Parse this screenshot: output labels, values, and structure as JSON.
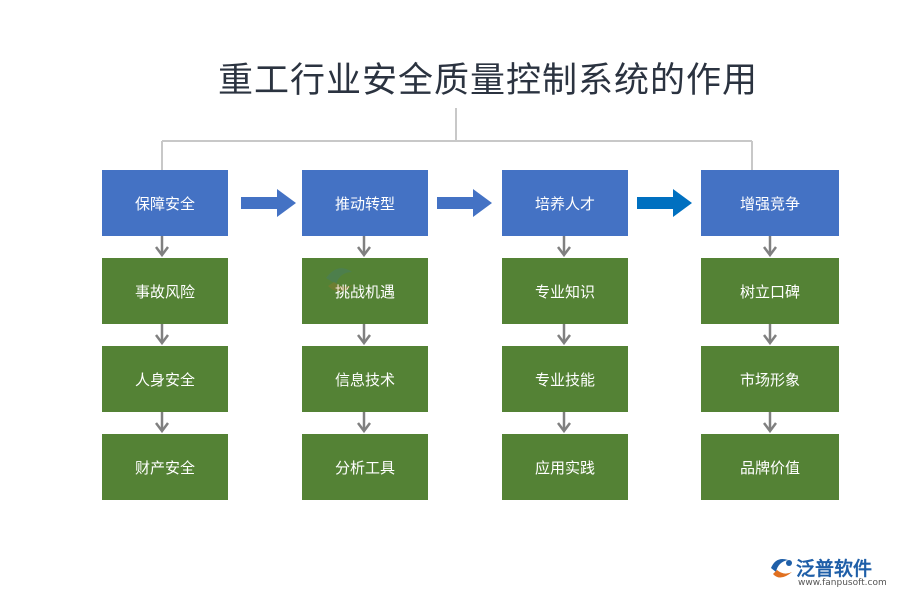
{
  "title": "重工行业安全质量控制系统的作用",
  "columns": [
    {
      "head": "保障安全",
      "items": [
        "事故风险",
        "人身安全",
        "财产安全"
      ]
    },
    {
      "head": "推动转型",
      "items": [
        "挑战机遇",
        "信息技术",
        "分析工具"
      ]
    },
    {
      "head": "培养人才",
      "items": [
        "专业知识",
        "专业技能",
        "应用实践"
      ]
    },
    {
      "head": "增强竞争",
      "items": [
        "树立口碑",
        "市场形象",
        "品牌价值"
      ]
    }
  ],
  "logo": {
    "name": "泛普软件",
    "url": "www.fanpusoft.com"
  },
  "colors": {
    "head_box": "#4472c4",
    "item_box": "#548235",
    "arrow_light": "#4472c4",
    "arrow_dark": "#0070c0",
    "connector": "#c8c8c8",
    "down_arrow": "#808080"
  }
}
